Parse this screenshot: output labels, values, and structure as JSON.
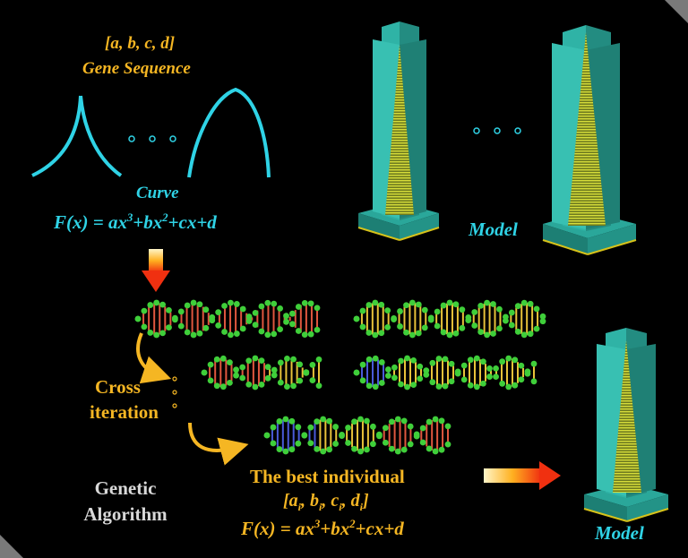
{
  "labels": {
    "gene_vector": "[a, b, c, d]",
    "gene_sequence": "Gene Sequence",
    "curve": "Curve",
    "ellipsis": "◦ ◦ ◦",
    "model_top": "Model",
    "cross": "Cross",
    "iteration": "iteration",
    "best_individual": "The best individual",
    "genetic": "Genetic",
    "algorithm": "Algorithm",
    "model_bottom": "Model"
  },
  "formula": {
    "prefix": "F(x) = ax",
    "exp1": "3",
    "mid1": "+bx",
    "exp2": "2",
    "tail": "+cx+d"
  },
  "best_vector": {
    "open": "[",
    "a": "a",
    "b": "b",
    "c": "c",
    "d": "d",
    "sub": "i",
    "sep": ", ",
    "close": "]"
  },
  "colors": {
    "yellow": "#f5b623",
    "cyan": "#2fd3e6",
    "white": "#d8d8d8",
    "strand_green": "#3fcf3a",
    "rung_red": "#e0573f",
    "rung_yellow": "#e8c23a",
    "rung_blue": "#4a5ad8",
    "tower_teal": "#2aa79a",
    "tower_stripes": "#d6dd3a"
  }
}
